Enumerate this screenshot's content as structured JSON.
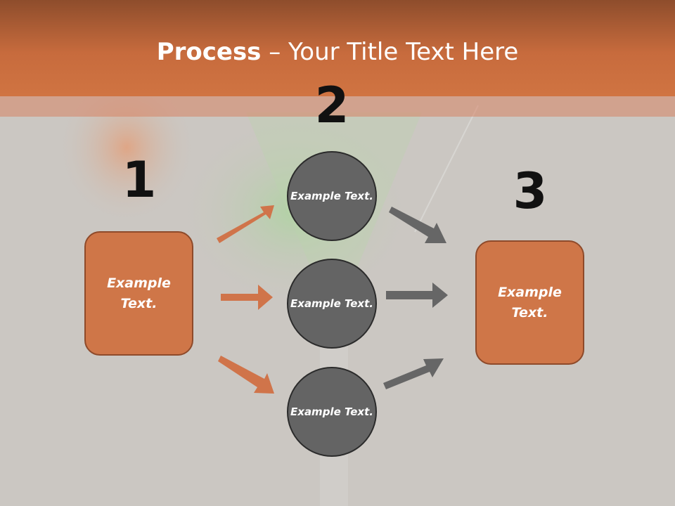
{
  "title": {
    "bold": "Process",
    "rest": " – Your Title Text Here"
  },
  "steps": [
    {
      "number": "1",
      "text": "Example Text."
    },
    {
      "number": "2",
      "circles": [
        "Example Text.",
        "Example Text.",
        "Example Text."
      ]
    },
    {
      "number": "3",
      "text": "Example Text."
    }
  ],
  "colors": {
    "header": "#c76b3d",
    "box": "#cf7648",
    "circle": "#646464",
    "orange_arrow": "#d0744a",
    "gray_arrow": "#666666"
  }
}
